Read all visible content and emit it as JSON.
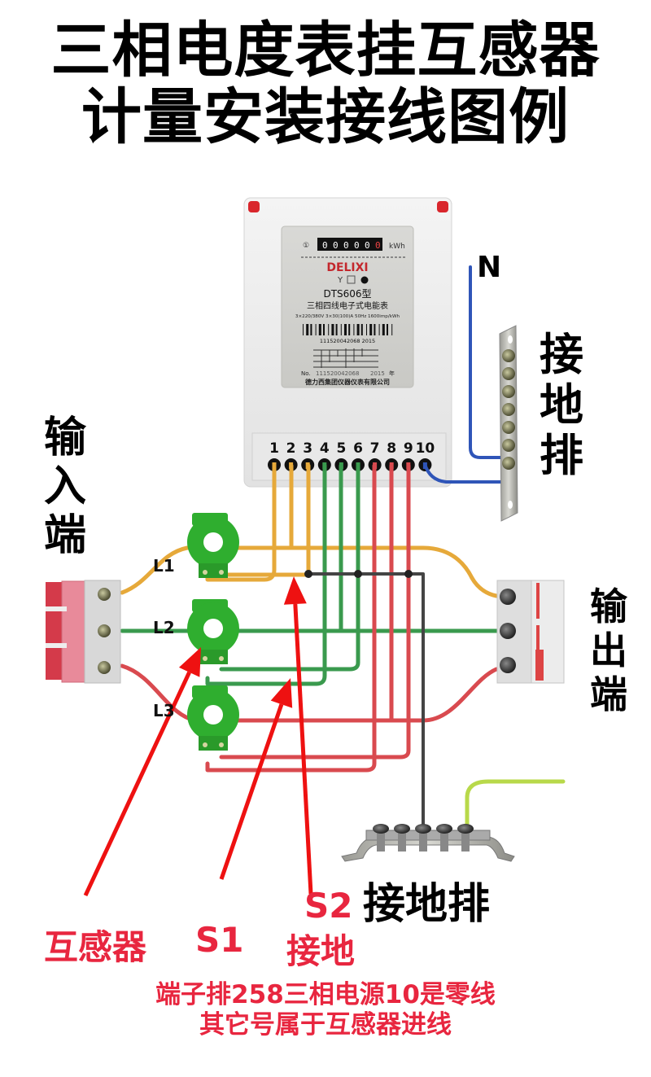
{
  "title": {
    "line1": "三相电度表挂互感器",
    "line2": "计量安装接线图例"
  },
  "labels": {
    "input_end": [
      "输",
      "入",
      "端"
    ],
    "output_end": [
      "输",
      "出",
      "端"
    ],
    "ground_bar_right": [
      "接",
      "地",
      "排"
    ],
    "ground_bar_bottom": "接地排",
    "neutral": "N",
    "phases": [
      "L1",
      "L2",
      "L3"
    ]
  },
  "meter": {
    "brand": "DELIXI",
    "model": "DTS606型",
    "description": "三相四线电子式电能表",
    "rating": "3×220/380V 3×30(100)A 50Hz 1600imp/kWh",
    "counter": [
      "0",
      "0",
      "0",
      "0",
      "0",
      "0"
    ],
    "unit": "kWh",
    "barcode": "111520042068 2015",
    "serial_label": "No.",
    "serial": "111520042068",
    "year": "2015",
    "year_suffix": "年",
    "manufacturer": "德力西集团仪器仪表有限公司",
    "terminals": [
      "1",
      "2",
      "3",
      "4",
      "5",
      "6",
      "7",
      "8",
      "9",
      "10"
    ]
  },
  "annotations": {
    "transformer": "互感器",
    "s1": "S1",
    "s2": "S2",
    "ground": "接地"
  },
  "notes": {
    "line1": "端子排258三相电源10是零线",
    "line2": "其它号属于互感器进线"
  },
  "colors": {
    "phase_l1": "#e6a93a",
    "phase_l2": "#3a9a4e",
    "phase_l3": "#d94a4f",
    "neutral": "#2f55b8",
    "ground_wire": "#444444",
    "earth_wire": "#b8d94a",
    "ct_green": "#2fae2f",
    "arrow_red": "#ee1111",
    "annotation_red": "#e8263f"
  }
}
